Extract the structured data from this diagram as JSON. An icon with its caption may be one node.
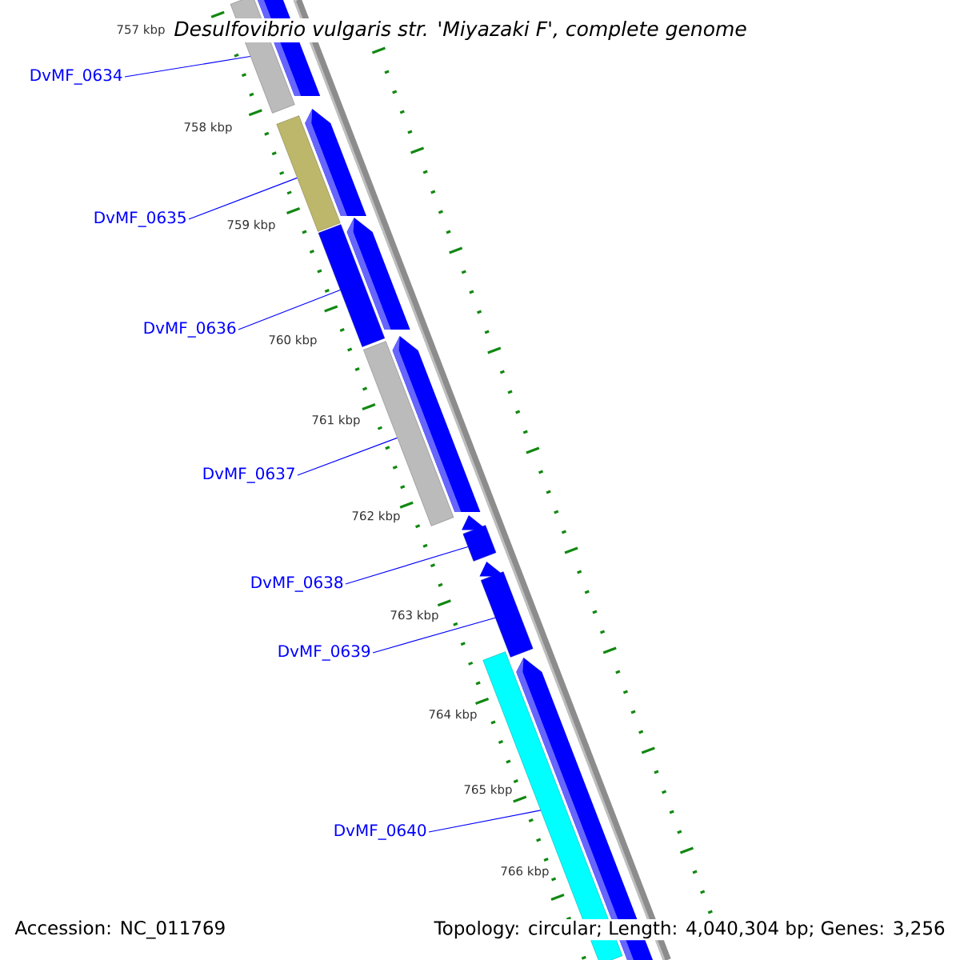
{
  "diagram": {
    "title": "Desulfovibrio vulgaris str. 'Miyazaki F', complete genome",
    "nodes": [
      {
        "text": [
          "DvMF_0634"
        ]
      },
      {
        "text": [
          "DvMF_0635"
        ]
      },
      {
        "text": [
          "DvMF_0636"
        ]
      },
      {
        "text": [
          "DvMF_0637"
        ]
      },
      {
        "text": [
          "DvMF_0638"
        ]
      },
      {
        "text": [
          "DvMF_0639"
        ]
      },
      {
        "text": [
          "DvMF_0640"
        ]
      },
      {
        "text": [],
        "shape": "bar"
      },
      {
        "text": [],
        "shape": "bar"
      },
      {
        "text": [],
        "shape": "bar"
      },
      {
        "text": [],
        "shape": "bar"
      },
      {
        "text": [],
        "shape": "bar"
      },
      {
        "text": [],
        "shape": "bar"
      },
      {
        "text": [],
        "shape": "bar"
      }
    ],
    "edges": [
      {
        "from": 0,
        "to": 7,
        "arrow": "none"
      },
      {
        "from": 1,
        "to": 8,
        "arrow": "none"
      },
      {
        "from": 2,
        "to": 9,
        "arrow": "none"
      },
      {
        "from": 3,
        "to": 10,
        "arrow": "none"
      },
      {
        "from": 4,
        "to": 11,
        "arrow": "none"
      },
      {
        "from": 5,
        "to": 12,
        "arrow": "none"
      },
      {
        "from": 6,
        "to": 13,
        "arrow": "none"
      }
    ],
    "labels": [
      "757 kbp",
      "758 kbp",
      "759 kbp",
      "760 kbp",
      "761 kbp",
      "762 kbp",
      "763 kbp",
      "764 kbp",
      "765 kbp",
      "766 kbp",
      "Accession: NC_011769",
      "Topology: circular; Length: 4,040,304 bp; Genes: 3,256"
    ]
  }
}
